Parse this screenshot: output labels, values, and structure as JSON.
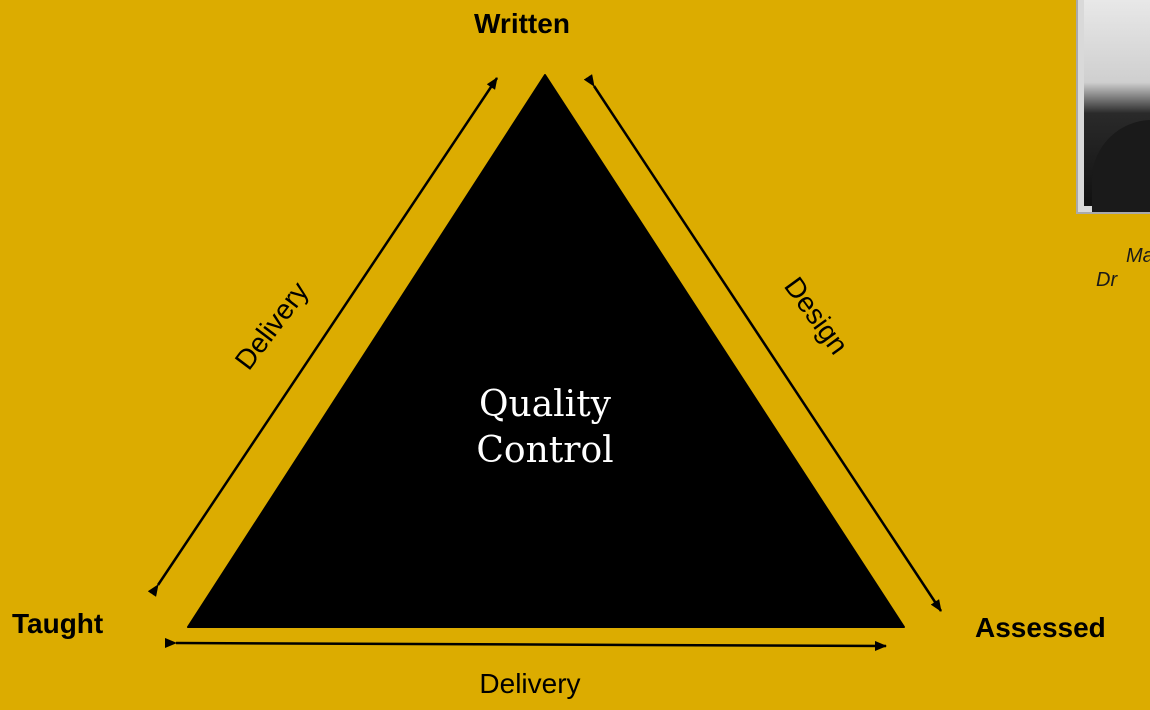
{
  "vertices": {
    "top": "Written",
    "left": "Taught",
    "right": "Assessed"
  },
  "edges": {
    "left": "Delivery",
    "right": "Design",
    "bottom": "Delivery"
  },
  "center": {
    "line1": "Quality",
    "line2": "Control"
  },
  "caption": {
    "line1": "Ma",
    "line2": "Dr"
  },
  "colors": {
    "background": "#dcac00",
    "triangle": "#000000",
    "center_text": "#ffffff"
  }
}
